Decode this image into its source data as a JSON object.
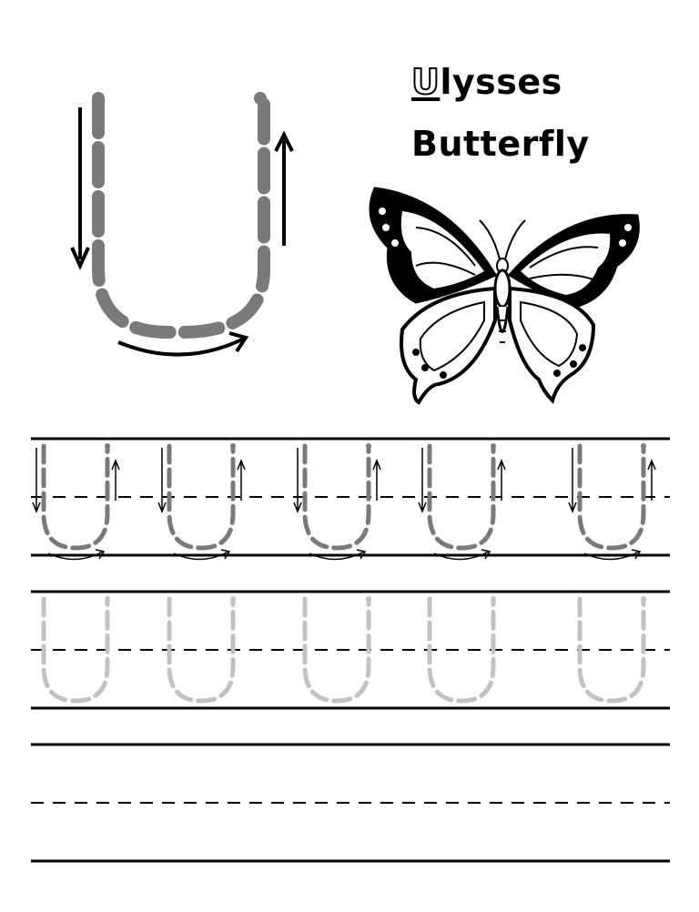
{
  "title": {
    "first_letter": "U",
    "line1_rest": "lysses",
    "line2": "Butterfly"
  },
  "letter": "U",
  "colors": {
    "guide_stroke": "#7a7a7a",
    "trace_stroke": "#c2c2c2",
    "line": "#000000"
  },
  "practice": {
    "guided_letters": 5,
    "trace_letters": 5
  },
  "illustration": "butterfly-icon"
}
